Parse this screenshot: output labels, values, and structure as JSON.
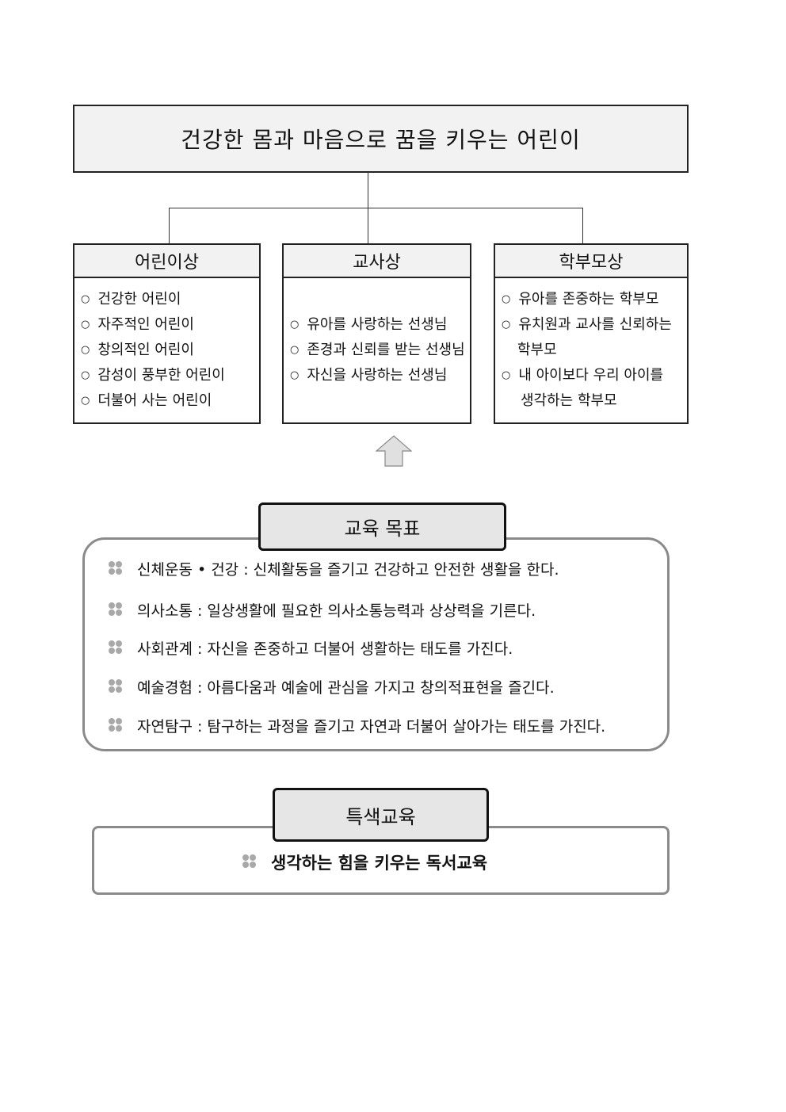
{
  "vision": "건강한 몸과 마음으로 꿈을 키우는 어린이",
  "columns": [
    {
      "title": "어린이상",
      "items": [
        "건강한 어린이",
        "자주적인 어린이",
        "창의적인 어린이",
        "감성이 풍부한 어린이",
        "더불어 사는 어린이"
      ]
    },
    {
      "title": "교사상",
      "items": [
        "유아를 사랑하는 선생님",
        "존경과 신뢰를 받는 선생님",
        "자신을 사랑하는 선생님"
      ]
    },
    {
      "title": "학부모상",
      "items": [
        "유아를 존중하는 학부모",
        "유치원과 교사를 신뢰하는",
        "학부모",
        "내 아이보다 우리 아이를",
        "생각하는 학부모"
      ]
    }
  ],
  "bullet": "○",
  "goals": {
    "title": "교육 목표",
    "items": [
      "신체운동 • 건강 : 신체활동을 즐기고 건강하고 안전한 생활을 한다.",
      "의사소통 : 일상생활에 필요한 의사소통능력과 상상력을 기른다.",
      "사회관계 : 자신을 존중하고 더불어 생활하는 태도를 가진다.",
      "예술경험 : 아름다움과 예술에 관심을 가지고 창의적표현을 즐긴다.",
      "자연탐구 : 탐구하는 과정을 즐기고 자연과 더불어 살아가는 태도를 가진다."
    ]
  },
  "special": {
    "title": "특색교육",
    "item": "생각하는 힘을 키우는 독서교육"
  }
}
